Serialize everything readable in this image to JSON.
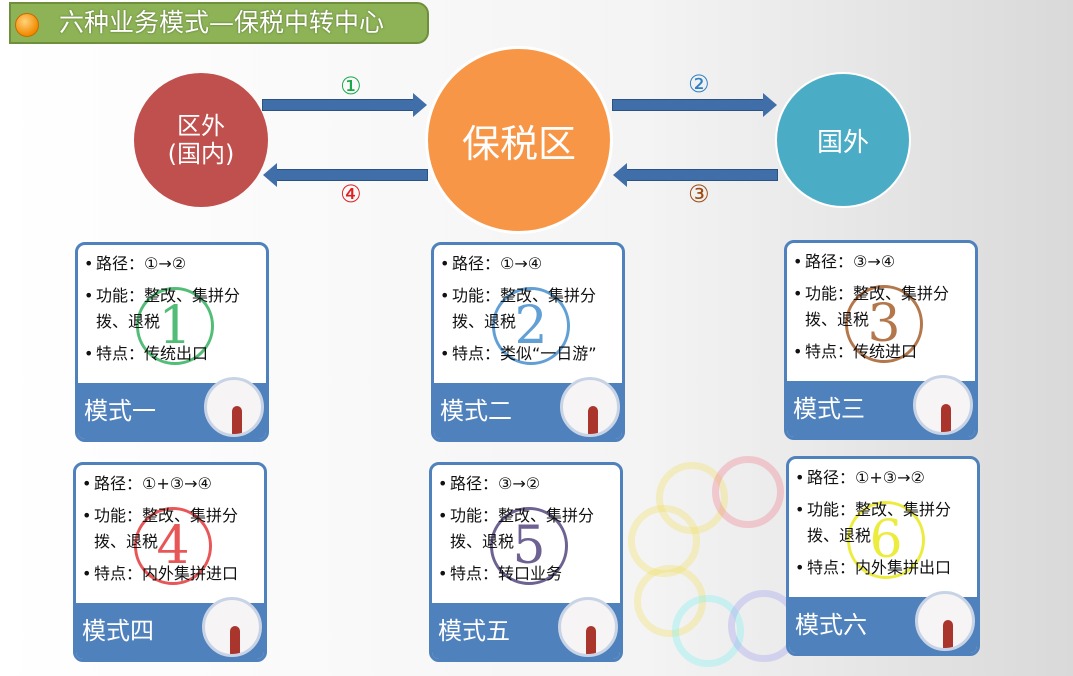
{
  "title": "六种业务模式—保税中转中心",
  "nodes": {
    "outside": "区外",
    "outside_sub": "(国内)",
    "bonded": "保税区",
    "abroad": "国外"
  },
  "flows": [
    "①",
    "②",
    "③",
    "④"
  ],
  "colors": {
    "outside": "#c0504d",
    "bonded": "#f79646",
    "abroad": "#4bacc6",
    "card": "#4f81bd"
  },
  "modes": [
    {
      "path": "路径：①→②",
      "func": "功能：整改、集拼分拨、退税",
      "feature": "特点：传统出口",
      "name": "模式一",
      "num": "1",
      "color": "#1aa84a"
    },
    {
      "path": "路径：①→④",
      "func": "功能：整改、集拼分拨、退税",
      "feature": "特点：类似“一日游”",
      "name": "模式二",
      "num": "2",
      "color": "#2d7fc6"
    },
    {
      "path": "路径：③→④",
      "func": "功能：整改、集拼分拨、退税",
      "feature": "特点：传统进口",
      "name": "模式三",
      "num": "3",
      "color": "#9c4a10"
    },
    {
      "path": "路径：①+③→④",
      "func": "功能：整改、集拼分拨、退税",
      "feature": "特点：内外集拼进口",
      "name": "模式四",
      "num": "4",
      "color": "#e02020"
    },
    {
      "path": "路径：③→②",
      "func": "功能：整改、集拼分拨、退税",
      "feature": "特点：转口业务",
      "name": "模式五",
      "num": "5",
      "color": "#3d2e6e"
    },
    {
      "path": "路径：①+③→②",
      "func": "功能：整改、集拼分拨、退税",
      "feature": "特点：内外集拼出口",
      "name": "模式六",
      "num": "6",
      "color": "#e6e600"
    }
  ]
}
